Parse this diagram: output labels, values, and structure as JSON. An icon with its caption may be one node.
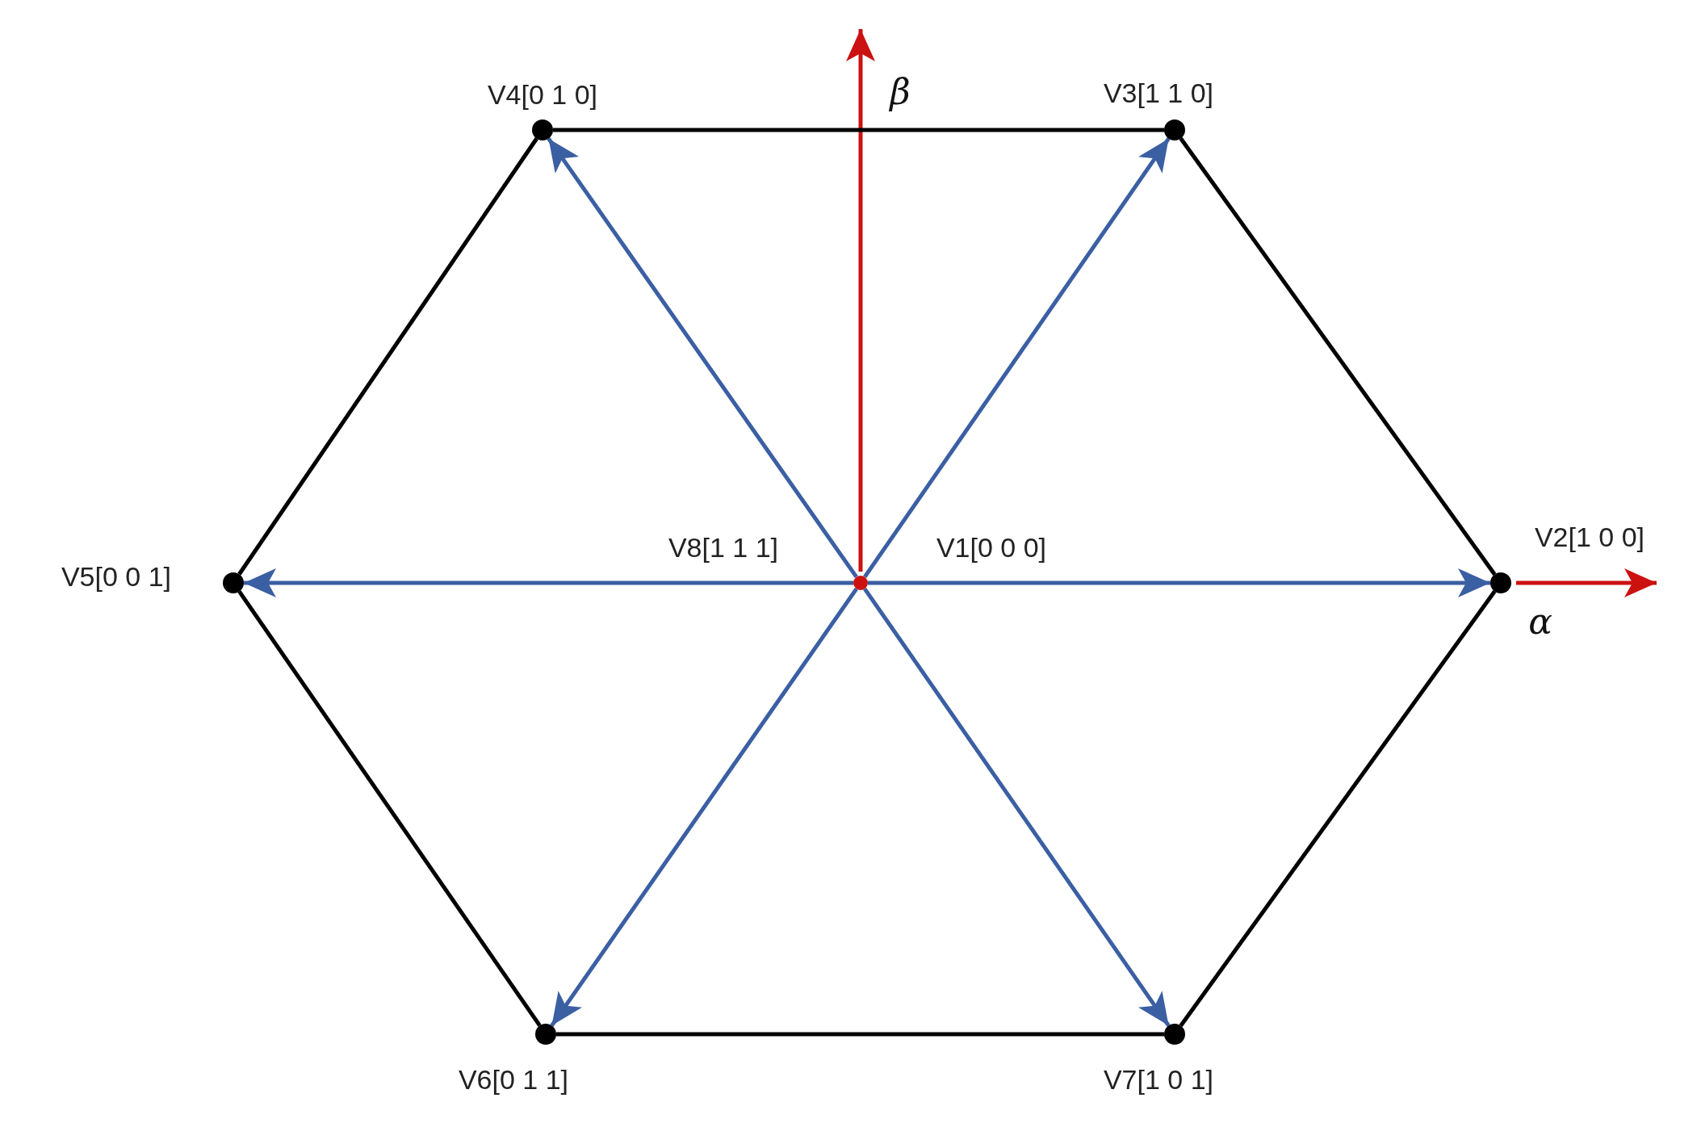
{
  "diagram": {
    "nodes": [
      {
        "text": [
          "V4[0 1 0]"
        ]
      },
      {
        "text": [
          "V3[1 1 0]"
        ]
      },
      {
        "text": [
          "V5[0 0 1]"
        ]
      },
      {
        "text": [
          "V8[1 1 1]",
          "V1[0 0 0]"
        ]
      },
      {
        "text": [
          "V2[1 0 0]"
        ]
      },
      {
        "text": [
          "V6[0 1 1]"
        ]
      },
      {
        "text": [
          "V7[1 0 1]"
        ]
      }
    ],
    "edges": [
      {
        "from": 0,
        "to": 1,
        "arrow": "none",
        "color": "#000000"
      },
      {
        "from": 1,
        "to": 4,
        "arrow": "none",
        "color": "#000000"
      },
      {
        "from": 4,
        "to": 6,
        "arrow": "none",
        "color": "#000000"
      },
      {
        "from": 6,
        "to": 5,
        "arrow": "none",
        "color": "#000000"
      },
      {
        "from": 5,
        "to": 2,
        "arrow": "none",
        "color": "#000000"
      },
      {
        "from": 2,
        "to": 0,
        "arrow": "none",
        "color": "#000000"
      },
      {
        "from": 3,
        "to": 4,
        "arrow": "to",
        "color": "#3b5fa3"
      },
      {
        "from": 3,
        "to": 1,
        "arrow": "to",
        "color": "#3b5fa3"
      },
      {
        "from": 3,
        "to": 0,
        "arrow": "to",
        "color": "#3b5fa3"
      },
      {
        "from": 3,
        "to": 2,
        "arrow": "to",
        "color": "#3b5fa3"
      },
      {
        "from": 3,
        "to": 5,
        "arrow": "to",
        "color": "#3b5fa3"
      },
      {
        "from": 3,
        "to": 6,
        "arrow": "to",
        "color": "#3b5fa3"
      }
    ],
    "labels": [
      "β",
      "α"
    ]
  }
}
